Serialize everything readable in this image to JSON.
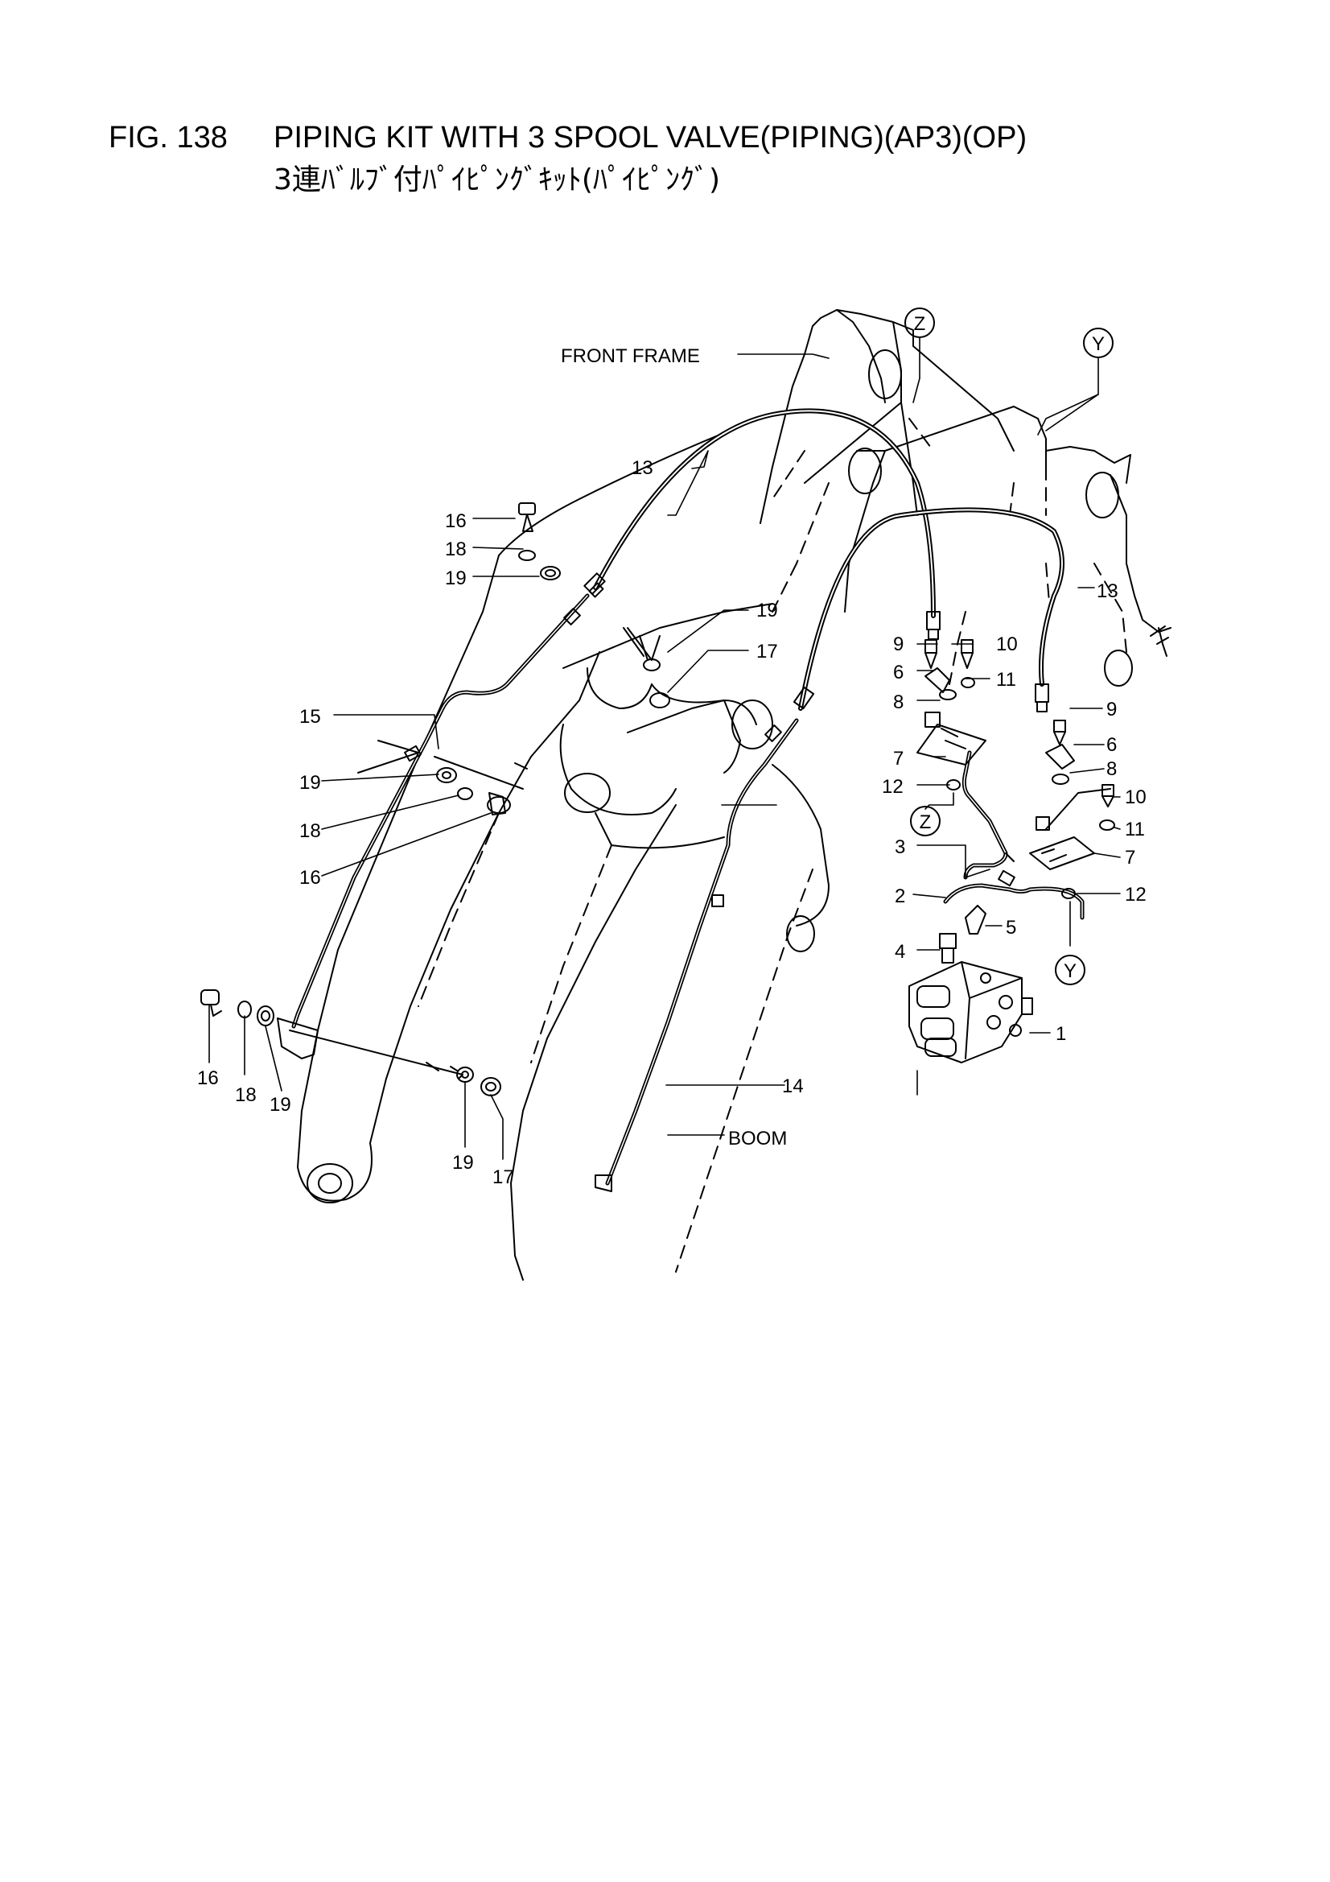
{
  "figure": {
    "number": "FIG. 138",
    "title": "PIPING KIT WITH 3 SPOOL VALVE(PIPING)(AP3)(OP)",
    "title_jp": "3連ﾊﾞﾙﾌﾞ付ﾊﾟｲﾋﾟﾝｸﾞｷｯﾄ(ﾊﾟｲﾋﾟﾝｸﾞ)"
  },
  "labels": {
    "front_frame": "FRONT FRAME",
    "boom": "BOOM"
  },
  "view_markers": {
    "z": "Z",
    "y": "Y"
  },
  "callouts": {
    "c1": "1",
    "c2": "2",
    "c3": "3",
    "c4": "4",
    "c5": "5",
    "c6a": "6",
    "c6b": "6",
    "c7a": "7",
    "c7b": "7",
    "c8a": "8",
    "c8b": "8",
    "c9a": "9",
    "c9b": "9",
    "c10a": "10",
    "c10b": "10",
    "c11a": "11",
    "c11b": "11",
    "c12a": "12",
    "c12b": "12",
    "c13a": "13",
    "c13b": "13",
    "c14": "14",
    "c15": "15",
    "c16a": "16",
    "c16b": "16",
    "c16c": "16",
    "c17a": "17",
    "c17b": "17",
    "c18a": "18",
    "c18b": "18",
    "c18c": "18",
    "c19a": "19",
    "c19b": "19",
    "c19c": "19",
    "c19d": "19",
    "c19e": "19"
  }
}
